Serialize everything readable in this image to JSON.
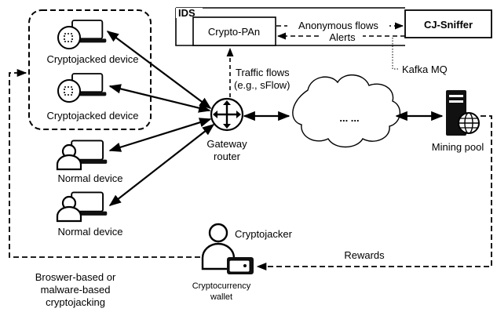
{
  "ids": {
    "label": "IDS",
    "crypto_pan": "Crypto-PAn"
  },
  "cj_sniffer": "CJ-Sniffer",
  "flows": {
    "anonymous": "Anonymous flows",
    "alerts": "Alerts",
    "kafka": "Kafka MQ"
  },
  "traffic": {
    "line1": "Traffic flows",
    "line2": "(e.g., sFlow)"
  },
  "devices": {
    "cryptojacked_1": "Cryptojacked device",
    "cryptojacked_2": "Cryptojacked device",
    "normal_1": "Normal device",
    "normal_2": "Normal device"
  },
  "gateway": {
    "line1": "Gateway",
    "line2": "router"
  },
  "internet": {
    "ellipsis": "... ..."
  },
  "mining_pool": "Mining pool",
  "cryptojacker": "Cryptojacker",
  "wallet": {
    "line1": "Cryptocurrency",
    "line2": "wallet"
  },
  "rewards": "Rewards",
  "cryptojacking_note": {
    "line1": "Broswer-based or",
    "line2": "malware-based",
    "line3": "cryptojacking"
  },
  "colors": {
    "stroke": "#000000",
    "server": "#111111"
  },
  "icons": [
    "laptop-icon",
    "cryptojacked-laptop-icon",
    "user-laptop-icon",
    "router-icon",
    "cloud-icon",
    "server-globe-icon",
    "person-icon",
    "wallet-icon"
  ]
}
